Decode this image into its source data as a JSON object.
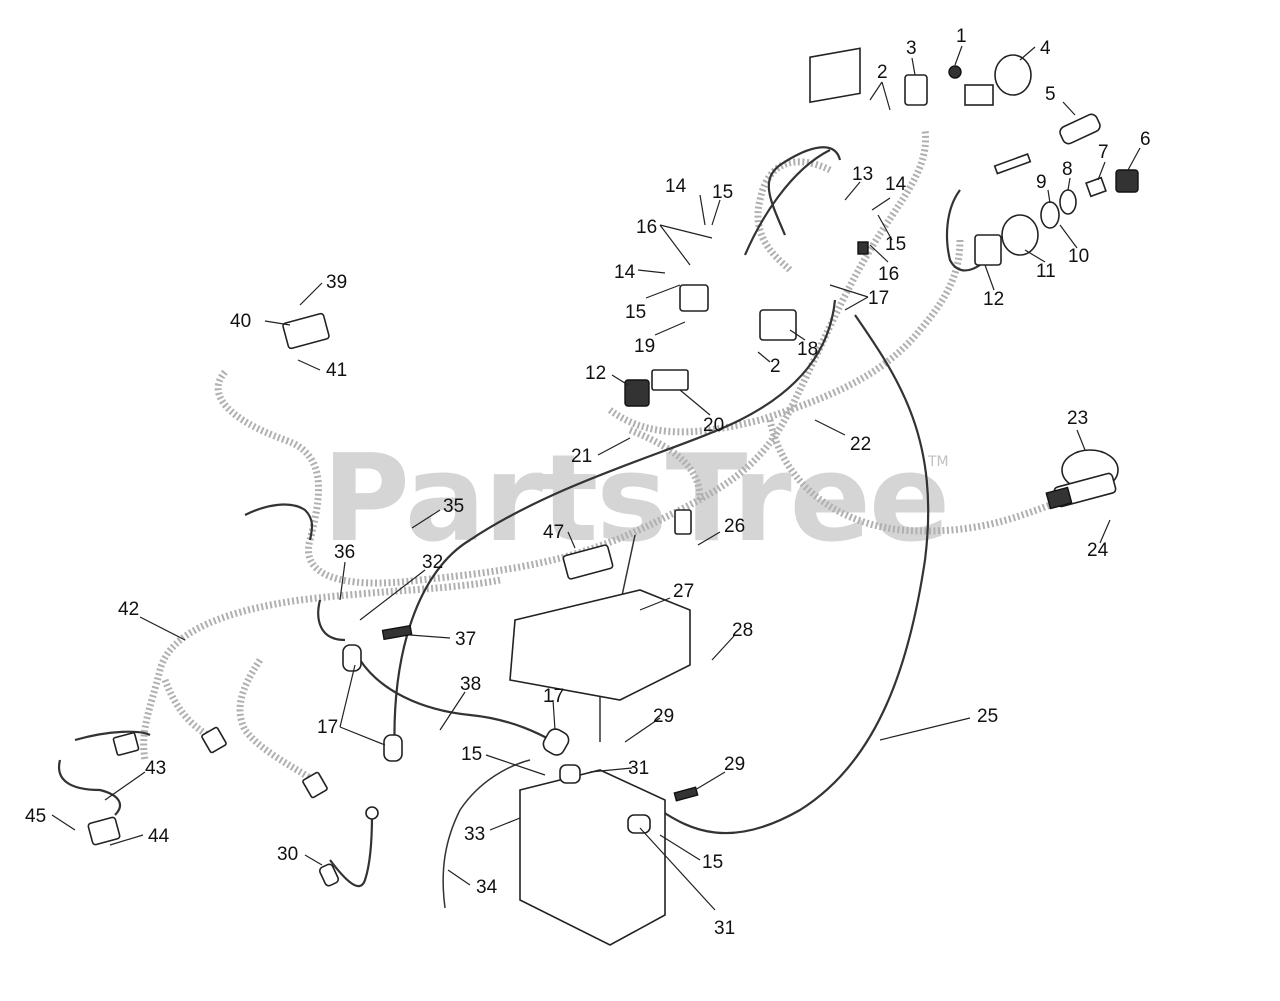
{
  "watermark": {
    "text": "PartsTree",
    "tm": "TM"
  },
  "callouts": [
    {
      "id": "1",
      "text": "1"
    },
    {
      "id": "2a",
      "text": "2"
    },
    {
      "id": "3",
      "text": "3"
    },
    {
      "id": "4",
      "text": "4"
    },
    {
      "id": "5",
      "text": "5"
    },
    {
      "id": "6",
      "text": "6"
    },
    {
      "id": "7",
      "text": "7"
    },
    {
      "id": "8",
      "text": "8"
    },
    {
      "id": "9",
      "text": "9"
    },
    {
      "id": "10",
      "text": "10"
    },
    {
      "id": "11",
      "text": "11"
    },
    {
      "id": "12a",
      "text": "12"
    },
    {
      "id": "13",
      "text": "13"
    },
    {
      "id": "14a",
      "text": "14"
    },
    {
      "id": "15a",
      "text": "15"
    },
    {
      "id": "16a",
      "text": "16"
    },
    {
      "id": "14b",
      "text": "14"
    },
    {
      "id": "15b",
      "text": "15"
    },
    {
      "id": "16b",
      "text": "16"
    },
    {
      "id": "14c",
      "text": "14"
    },
    {
      "id": "15c",
      "text": "15"
    },
    {
      "id": "17a",
      "text": "17"
    },
    {
      "id": "18",
      "text": "18"
    },
    {
      "id": "19",
      "text": "19"
    },
    {
      "id": "2b",
      "text": "2"
    },
    {
      "id": "12b",
      "text": "12"
    },
    {
      "id": "20",
      "text": "20"
    },
    {
      "id": "21",
      "text": "21"
    },
    {
      "id": "22",
      "text": "22"
    },
    {
      "id": "23",
      "text": "23"
    },
    {
      "id": "24",
      "text": "24"
    },
    {
      "id": "39",
      "text": "39"
    },
    {
      "id": "40",
      "text": "40"
    },
    {
      "id": "41",
      "text": "41"
    },
    {
      "id": "35",
      "text": "35"
    },
    {
      "id": "47",
      "text": "47"
    },
    {
      "id": "26",
      "text": "26"
    },
    {
      "id": "36",
      "text": "36"
    },
    {
      "id": "32",
      "text": "32"
    },
    {
      "id": "27",
      "text": "27"
    },
    {
      "id": "42",
      "text": "42"
    },
    {
      "id": "37",
      "text": "37"
    },
    {
      "id": "28",
      "text": "28"
    },
    {
      "id": "38",
      "text": "38"
    },
    {
      "id": "17b",
      "text": "17"
    },
    {
      "id": "17c",
      "text": "17"
    },
    {
      "id": "29a",
      "text": "29"
    },
    {
      "id": "25",
      "text": "25"
    },
    {
      "id": "15d",
      "text": "15"
    },
    {
      "id": "31a",
      "text": "31"
    },
    {
      "id": "29b",
      "text": "29"
    },
    {
      "id": "43",
      "text": "43"
    },
    {
      "id": "45",
      "text": "45"
    },
    {
      "id": "44",
      "text": "44"
    },
    {
      "id": "33",
      "text": "33"
    },
    {
      "id": "15e",
      "text": "15"
    },
    {
      "id": "30",
      "text": "30"
    },
    {
      "id": "34",
      "text": "34"
    },
    {
      "id": "31b",
      "text": "31"
    }
  ]
}
